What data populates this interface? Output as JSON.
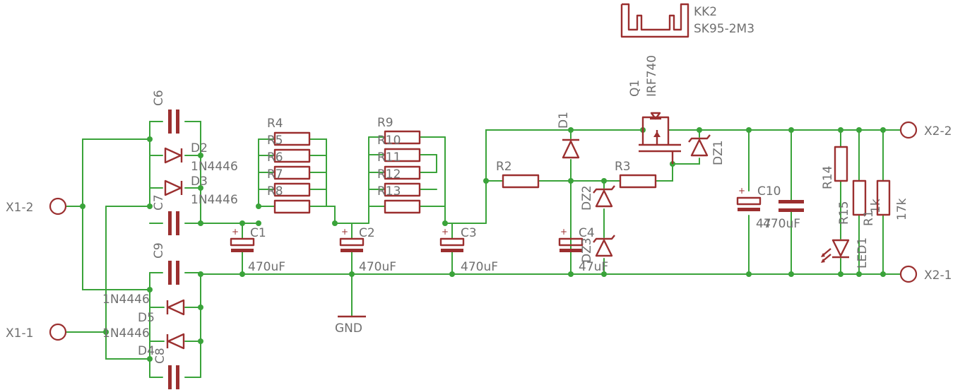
{
  "terminals": {
    "x1_2": "X1-2",
    "x1_1": "X1-1",
    "x2_2": "X2-2",
    "x2_1": "X2-1"
  },
  "gnd": "GND",
  "heatsink": {
    "name": "KK2",
    "value": "SK95-2M3"
  },
  "mosfet": {
    "name": "Q1",
    "value": "IRF740"
  },
  "caps": {
    "c1": {
      "name": "C1",
      "value": "470uF"
    },
    "c2": {
      "name": "C2",
      "value": "470uF"
    },
    "c3": {
      "name": "C3",
      "value": "470uF"
    },
    "c4": {
      "name": "C4",
      "value": "47uF"
    },
    "c6": "C6",
    "c7": "C7",
    "c8": "C8",
    "c9": "C9",
    "c10": "C10",
    "c10_val_a": "47",
    "c10_val_b": "470uF"
  },
  "diodes": {
    "d1": "D1",
    "d2": "D2",
    "d2_val": "1N4446",
    "d3": "D3",
    "d3_val": "1N4446",
    "d4": "D4",
    "d4_val": "1N4446",
    "d5": "D5",
    "d5_val": "1N4446",
    "dz1": "DZ1",
    "dz2": "DZ2",
    "dz3": "DZ3",
    "led1": "LED1"
  },
  "resistors": {
    "r1": "R1",
    "r1_val": "1k",
    "r2": "R2",
    "r3": "R3",
    "r4": "R4",
    "r5": "R5",
    "r6": "R6",
    "r7": "R7",
    "r8": "R8",
    "r9": "R9",
    "r10": "R10",
    "r11": "R11",
    "r12": "R12",
    "r13": "R13",
    "r14": "R14",
    "r15": "R15",
    "r15_val": "17k"
  }
}
